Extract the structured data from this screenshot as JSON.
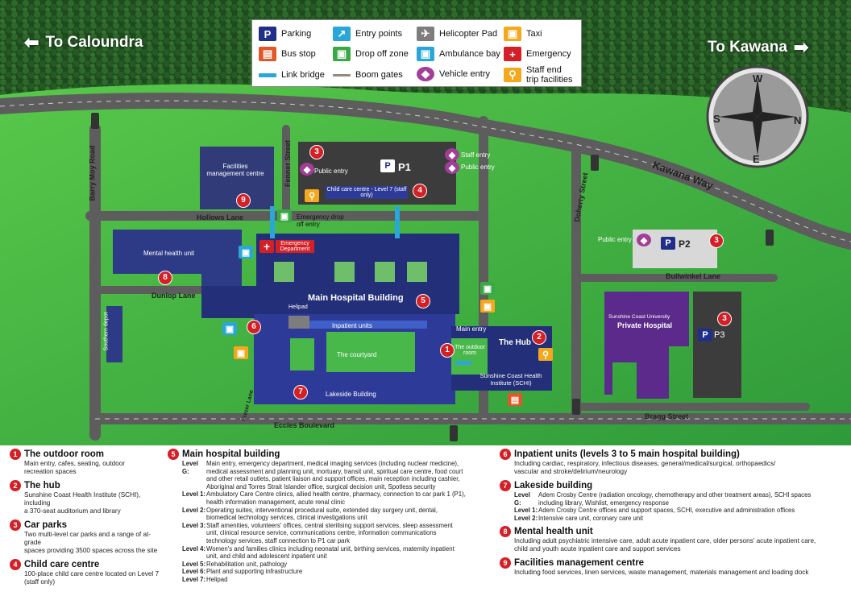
{
  "directions": {
    "left": "To Caloundra",
    "right": "To Kawana"
  },
  "compass": {
    "n": "N",
    "s": "S",
    "e": "E",
    "w": "W"
  },
  "legend": [
    {
      "icon": "parking-icon",
      "glyph": "P",
      "color": "#1f2f8a",
      "label": "Parking"
    },
    {
      "icon": "entry-points-icon",
      "glyph": "🚶",
      "color": "#2aa7d8",
      "label": "Entry points"
    },
    {
      "icon": "helicopter-pad-icon",
      "glyph": "🚁",
      "color": "#7d7d7d",
      "label": "Helicopter Pad"
    },
    {
      "icon": "taxi-icon",
      "glyph": "🚕",
      "color": "#f3a81d",
      "label": "Taxi"
    },
    {
      "icon": "bus-stop-icon",
      "glyph": "🚌",
      "color": "#e0582a",
      "label": "Bus stop"
    },
    {
      "icon": "drop-off-zone-icon",
      "glyph": "🚗",
      "color": "#3aa945",
      "label": "Drop off zone"
    },
    {
      "icon": "ambulance-bay-icon",
      "glyph": "🚑",
      "color": "#2aa7d8",
      "label": "Ambulance bay"
    },
    {
      "icon": "emergency-icon",
      "glyph": "+",
      "color": "#d32027",
      "label": "Emergency"
    },
    {
      "icon": "link-bridge-icon",
      "glyph": "",
      "color": "#2aa7d8",
      "label": "Link bridge"
    },
    {
      "icon": "boom-gates-icon",
      "glyph": "",
      "color": "#9a8a7a",
      "label": "Boom gates"
    },
    {
      "icon": "vehicle-entry-icon",
      "glyph": "🚗",
      "color": "#a23d98",
      "label": "Vehicle entry"
    },
    {
      "icon": "staff-end-trip-icon",
      "glyph": "🚲",
      "color": "#f3a81d",
      "label": "Staff end trip facilities"
    }
  ],
  "roads": {
    "kawana_way": "Kawana Way",
    "berry_moy": "Barry Moy Road",
    "fenner": "Fenner Street",
    "hollows": "Hollows Lane",
    "dunlop": "Dunlop Lane",
    "doherty": "Doherty Street",
    "bullwinkel": "Bullwinkel Lane",
    "bragg": "Bragg Street",
    "eccles": "Eccles Boulevard",
    "frezer": "Frezer Lane"
  },
  "map_labels": {
    "facilities": "Facilities management centre",
    "public_entry": "Public entry",
    "p1": "P1",
    "p2": "P2",
    "p3": "P3",
    "child_care": "Child care centre - Level 7 (staff only)",
    "staff_entry": "Staff entry",
    "emergency_dept": "Emergency Department",
    "emergency_dropoff": "Emergency drop off entry",
    "mental_health": "Mental health unit",
    "main_hospital": "Main Hospital Building",
    "helipad": "Helipad",
    "inpatient": "Inpatient units",
    "courtyard": "The courtyard",
    "lakeside": "Lakeside Building",
    "main_entry": "Main entry",
    "hub": "The Hub",
    "outdoor_room": "The outdoor room",
    "schi": "Sunshine Coast Health Institute (SCHI)",
    "private_hospital_small": "Sunshine Coast University",
    "private_hospital": "Private Hospital",
    "southern_depot": "Southern depot"
  },
  "key": [
    {
      "n": "1",
      "title": "The outdoor room",
      "desc": "Main entry, cafes, seating, outdoor\nrecreation spaces"
    },
    {
      "n": "2",
      "title": "The hub",
      "desc": "Sunshine Coast Health Institute (SCHI), including\na 370-seat auditorium and library"
    },
    {
      "n": "3",
      "title": "Car parks",
      "desc": "Two multi-level car parks and a range of at-grade\nspaces providing 3500 spaces across the site"
    },
    {
      "n": "4",
      "title": "Child care centre",
      "desc": "100-place child care centre located on Level 7\n(staff only)"
    },
    {
      "n": "5",
      "title": "Main hospital building",
      "levels": [
        {
          "l": "Level G:",
          "t": "Main entry, emergency department, medical imaging services (including nuclear medicine),\nmedical assessment and planning unit, mortuary, transit unit, spiritual care centre, food court\nand other retail outlets, patient liaison and support offices, main reception including cashier,\nAboriginal and Torres Strait Islander office, surgical decision unit, Spotless security"
        },
        {
          "l": "Level 1:",
          "t": "Ambulatory Care Centre clinics, allied health centre, pharmacy, connection to car park 1 (P1),\nhealth information management, acute renal clinic"
        },
        {
          "l": "Level 2:",
          "t": "Operating suites, interventional procedural suite, extended day surgery unit, dental,\nbiomedical technology services, clinical investigations unit"
        },
        {
          "l": "Level 3:",
          "t": "Staff amenities, volunteers' offices, central sterilising support services, sleep assessment\nunit, clinical resource service, communications centre, information communications\ntechnology services, staff connection to P1 car park"
        },
        {
          "l": "Level 4:",
          "t": "Women's and families clinics including neonatal unit, birthing services, maternity inpatient\nunit, and child and adolescent inpatient unit"
        },
        {
          "l": "Level 5:",
          "t": "Rehabilitation unit, pathology"
        },
        {
          "l": "Level 6:",
          "t": "Plant and supporting infrastructure"
        },
        {
          "l": "Level 7:",
          "t": "Helipad"
        }
      ]
    },
    {
      "n": "6",
      "title": "Inpatient units (levels 3 to 5 main hospital building)",
      "desc": "Including cardiac, respiratory, infectious diseases, general/medical/surgical, orthopaedics/\nvascular and stroke/delirium/neurology"
    },
    {
      "n": "7",
      "title": "Lakeside building",
      "levels": [
        {
          "l": "Level G:",
          "t": "Adem Crosby Centre (radiation oncology, chemotherapy and other treatment areas), SCHI spaces\nincluding library, Wishlist, emergency response"
        },
        {
          "l": "Level 1:",
          "t": "Adem Crosby Centre offices and support spaces, SCHI, executive and administration offices"
        },
        {
          "l": "Level 2:",
          "t": "Intensive care unit, coronary care unit"
        }
      ]
    },
    {
      "n": "8",
      "title": "Mental health unit",
      "desc": "Including adult psychiatric intensive care, adult acute inpatient care, older persons' acute inpatient care,\nchild and youth acute inpatient care and support services"
    },
    {
      "n": "9",
      "title": "Facilities management centre",
      "desc": "Including food services, linen services, waste management, materials management and loading dock"
    }
  ]
}
